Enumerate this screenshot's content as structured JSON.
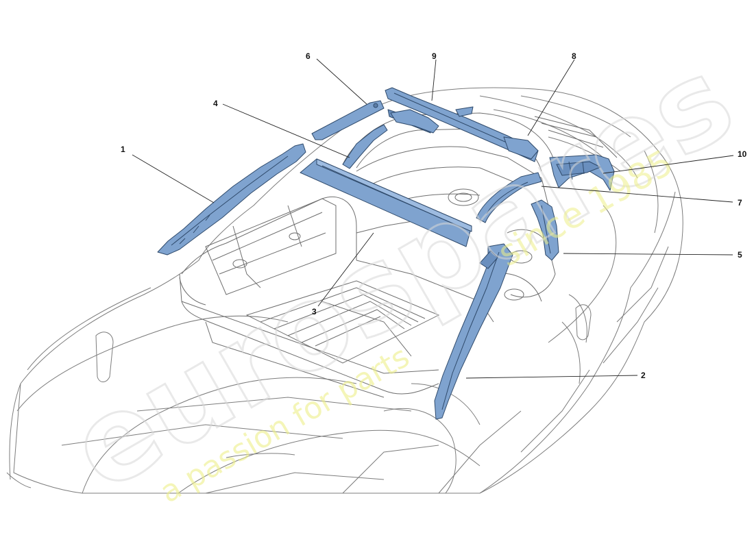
{
  "callouts": [
    {
      "id": "1",
      "label": "1"
    },
    {
      "id": "2",
      "label": "2"
    },
    {
      "id": "3",
      "label": "3"
    },
    {
      "id": "4",
      "label": "4"
    },
    {
      "id": "5",
      "label": "5"
    },
    {
      "id": "6",
      "label": "6"
    },
    {
      "id": "7",
      "label": "7"
    },
    {
      "id": "8",
      "label": "8"
    },
    {
      "id": "9",
      "label": "9"
    },
    {
      "id": "10",
      "label": "10"
    }
  ],
  "watermark": {
    "brand": "eurospares",
    "tagline": "a passion for parts",
    "year": "since 1985"
  },
  "colors": {
    "part_fill": "#7fa3cf",
    "part_stroke": "#2f4a6b",
    "outline": "#7c7c7c",
    "watermark_text": "#d8d8d8",
    "watermark_tag": "#eef08a"
  }
}
